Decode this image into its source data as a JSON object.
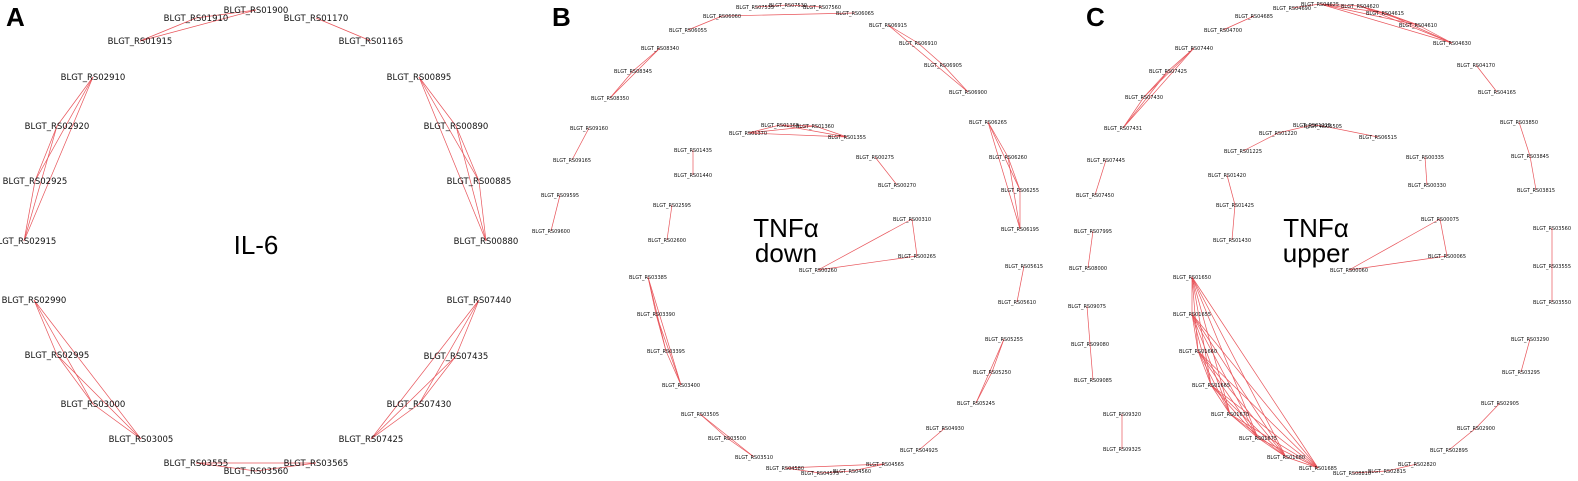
{
  "colors": {
    "edge": "#e8545a",
    "text": "#111111",
    "background": "#ffffff"
  },
  "panels": [
    {
      "letter": "A",
      "title": [
        "IL-6"
      ],
      "nodes": [
        "BLGT_RS01900",
        "BLGT_RS01910",
        "BLGT_RS01915",
        "BLGT_RS01170",
        "BLGT_RS01165",
        "BLGT_RS02910",
        "BLGT_RS02920",
        "BLGT_RS02925",
        "BLGT_RS02915",
        "BLGT_RS00895",
        "BLGT_RS00890",
        "BLGT_RS00885",
        "BLGT_RS00880",
        "BLGT_RS02990",
        "BLGT_RS02995",
        "BLGT_RS03000",
        "BLGT_RS03005",
        "BLGT_RS07440",
        "BLGT_RS07435",
        "BLGT_RS07430",
        "BLGT_RS07425",
        "BLGT_RS03555",
        "BLGT_RS03560",
        "BLGT_RS03565"
      ],
      "edges": [
        [
          0,
          1
        ],
        [
          1,
          2
        ],
        [
          0,
          2
        ],
        [
          3,
          4
        ],
        [
          5,
          6
        ],
        [
          5,
          7
        ],
        [
          5,
          8
        ],
        [
          6,
          7
        ],
        [
          6,
          8
        ],
        [
          7,
          8
        ],
        [
          9,
          10
        ],
        [
          9,
          11
        ],
        [
          9,
          12
        ],
        [
          10,
          11
        ],
        [
          10,
          12
        ],
        [
          11,
          12
        ],
        [
          13,
          14
        ],
        [
          13,
          15
        ],
        [
          13,
          16
        ],
        [
          14,
          15
        ],
        [
          14,
          16
        ],
        [
          15,
          16
        ],
        [
          17,
          18
        ],
        [
          17,
          19
        ],
        [
          17,
          20
        ],
        [
          18,
          19
        ],
        [
          18,
          20
        ],
        [
          19,
          20
        ],
        [
          21,
          22
        ],
        [
          22,
          23
        ],
        [
          21,
          23
        ]
      ]
    },
    {
      "letter": "B",
      "title": [
        "TNFα",
        "down"
      ],
      "nodes": [
        "BLGT_RS07535",
        "BLGT_RS07530",
        "BLGT_RS07560",
        "BLGT_RS06065",
        "BLGT_RS06060",
        "BLGT_RS06055",
        "BLGT_RS06915",
        "BLGT_RS06910",
        "BLGT_RS06905",
        "BLGT_RS06900",
        "BLGT_RS08340",
        "BLGT_RS08345",
        "BLGT_RS08350",
        "BLGT_RS01365",
        "BLGT_RS01360",
        "BLGT_RS01370",
        "BLGT_RS01355",
        "BLGT_RS06265",
        "BLGT_RS06260",
        "BLGT_RS06255",
        "BLGT_RS06195",
        "BLGT_RS09160",
        "BLGT_RS09165",
        "BLGT_RS01435",
        "BLGT_RS01440",
        "BLGT_RS00275",
        "BLGT_RS00270",
        "BLGT_RS09595",
        "BLGT_RS09600",
        "BLGT_RS02595",
        "BLGT_RS02600",
        "BLGT_RS00310",
        "BLGT_RS00265",
        "BLGT_RS00260",
        "BLGT_RS05615",
        "BLGT_RS05610",
        "BLGT_RS03385",
        "BLGT_RS03390",
        "BLGT_RS03395",
        "BLGT_RS03400",
        "BLGT_RS05255",
        "BLGT_RS05250",
        "BLGT_RS05245",
        "BLGT_RS03505",
        "BLGT_RS03500",
        "BLGT_RS03510",
        "BLGT_RS04930",
        "BLGT_RS04925",
        "BLGT_RS04580",
        "BLGT_RS04575",
        "BLGT_RS04560",
        "BLGT_RS04565"
      ],
      "edges": [
        [
          0,
          1
        ],
        [
          1,
          2
        ],
        [
          3,
          4
        ],
        [
          4,
          5
        ],
        [
          6,
          7
        ],
        [
          7,
          8
        ],
        [
          8,
          9
        ],
        [
          6,
          9
        ],
        [
          10,
          11
        ],
        [
          11,
          12
        ],
        [
          10,
          12
        ],
        [
          13,
          14
        ],
        [
          13,
          15
        ],
        [
          13,
          16
        ],
        [
          14,
          15
        ],
        [
          14,
          16
        ],
        [
          15,
          16
        ],
        [
          17,
          18
        ],
        [
          17,
          19
        ],
        [
          17,
          20
        ],
        [
          18,
          19
        ],
        [
          18,
          20
        ],
        [
          19,
          20
        ],
        [
          21,
          22
        ],
        [
          23,
          24
        ],
        [
          25,
          26
        ],
        [
          27,
          28
        ],
        [
          29,
          30
        ],
        [
          31,
          32
        ],
        [
          31,
          33
        ],
        [
          32,
          33
        ],
        [
          34,
          35
        ],
        [
          36,
          37
        ],
        [
          36,
          38
        ],
        [
          36,
          39
        ],
        [
          37,
          38
        ],
        [
          37,
          39
        ],
        [
          38,
          39
        ],
        [
          40,
          41
        ],
        [
          41,
          42
        ],
        [
          40,
          42
        ],
        [
          43,
          44
        ],
        [
          44,
          45
        ],
        [
          43,
          45
        ],
        [
          46,
          47
        ],
        [
          48,
          49
        ],
        [
          49,
          50
        ],
        [
          50,
          51
        ],
        [
          48,
          51
        ]
      ]
    },
    {
      "letter": "C",
      "title": [
        "TNFα",
        "upper"
      ],
      "nodes": [
        "BLGT_RS04690",
        "BLGT_RS04625",
        "BLGT_RS04620",
        "BLGT_RS04615",
        "BLGT_RS04610",
        "BLGT_RS04630",
        "BLGT_RS04685",
        "BLGT_RS04700",
        "BLGT_RS07440",
        "BLGT_RS07425",
        "BLGT_RS07430",
        "BLGT_RS07431",
        "BLGT_RS04170",
        "BLGT_RS04165",
        "BLGT_RS03850",
        "BLGT_RS03845",
        "BLGT_RS03815",
        "BLGT_RS01220",
        "BLGT_RS01225",
        "BLGT_RS06505",
        "BLGT_RS06515",
        "BLGT_RS01215",
        "BLGT_RS00335",
        "BLGT_RS00330",
        "BLGT_RS07445",
        "BLGT_RS07450",
        "BLGT_RS01420",
        "BLGT_RS01425",
        "BLGT_RS01430",
        "BLGT_RS03560",
        "BLGT_RS03555",
        "BLGT_RS03550",
        "BLGT_RS00075",
        "BLGT_RS00065",
        "BLGT_RS00060",
        "BLGT_RS07995",
        "BLGT_RS08000",
        "BLGT_RS09075",
        "BLGT_RS09080",
        "BLGT_RS09085",
        "BLGT_RS01650",
        "BLGT_RS01655",
        "BLGT_RS01660",
        "BLGT_RS01665",
        "BLGT_RS01670",
        "BLGT_RS01675",
        "BLGT_RS01680",
        "BLGT_RS01685",
        "BLGT_RS03290",
        "BLGT_RS03295",
        "BLGT_RS02905",
        "BLGT_RS02900",
        "BLGT_RS02895",
        "BLGT_RS09320",
        "BLGT_RS09325",
        "BLGT_RS08810",
        "BLGT_RS02815",
        "BLGT_RS02820"
      ],
      "edges": [
        [
          0,
          1
        ],
        [
          1,
          2
        ],
        [
          2,
          3
        ],
        [
          2,
          4
        ],
        [
          2,
          5
        ],
        [
          3,
          4
        ],
        [
          3,
          5
        ],
        [
          4,
          5
        ],
        [
          1,
          3
        ],
        [
          1,
          4
        ],
        [
          1,
          5
        ],
        [
          6,
          7
        ],
        [
          8,
          9
        ],
        [
          9,
          10
        ],
        [
          10,
          11
        ],
        [
          8,
          10
        ],
        [
          8,
          11
        ],
        [
          9,
          11
        ],
        [
          12,
          13
        ],
        [
          14,
          15
        ],
        [
          15,
          16
        ],
        [
          17,
          18
        ],
        [
          17,
          21
        ],
        [
          21,
          19
        ],
        [
          19,
          20
        ],
        [
          22,
          23
        ],
        [
          24,
          25
        ],
        [
          26,
          27
        ],
        [
          27,
          28
        ],
        [
          29,
          30
        ],
        [
          30,
          31
        ],
        [
          32,
          33
        ],
        [
          32,
          34
        ],
        [
          33,
          34
        ],
        [
          35,
          36
        ],
        [
          37,
          38
        ],
        [
          38,
          39
        ],
        [
          40,
          41
        ],
        [
          40,
          42
        ],
        [
          40,
          43
        ],
        [
          40,
          44
        ],
        [
          40,
          45
        ],
        [
          40,
          46
        ],
        [
          40,
          47
        ],
        [
          41,
          42
        ],
        [
          41,
          43
        ],
        [
          41,
          44
        ],
        [
          41,
          45
        ],
        [
          41,
          46
        ],
        [
          41,
          47
        ],
        [
          42,
          43
        ],
        [
          42,
          44
        ],
        [
          42,
          45
        ],
        [
          42,
          46
        ],
        [
          42,
          47
        ],
        [
          43,
          44
        ],
        [
          43,
          45
        ],
        [
          43,
          46
        ],
        [
          43,
          47
        ],
        [
          44,
          45
        ],
        [
          44,
          46
        ],
        [
          44,
          47
        ],
        [
          45,
          46
        ],
        [
          45,
          47
        ],
        [
          46,
          47
        ],
        [
          48,
          49
        ],
        [
          50,
          51
        ],
        [
          51,
          52
        ],
        [
          53,
          54
        ],
        [
          55,
          56
        ],
        [
          56,
          57
        ]
      ]
    }
  ]
}
